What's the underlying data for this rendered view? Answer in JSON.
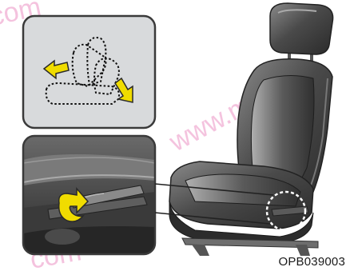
{
  "figure": {
    "code": "OPB039003",
    "watermark": {
      "text_top": "com",
      "text_right": "www.m",
      "text_bottom": "com"
    }
  },
  "colors": {
    "panel_bg": "#d8dadc",
    "panel_border": "#3a3a3a",
    "arrow_yellow": "#f0dc00",
    "seat_dark": "#3c3c3c",
    "seat_light": "#9a9a9a",
    "watermark": "#f2b8d8"
  },
  "icons": [
    "seat-motion-diagram",
    "left-arrow-icon",
    "down-right-arrow-icon",
    "recline-lever-arrow-icon",
    "dashed-circle-callout"
  ]
}
